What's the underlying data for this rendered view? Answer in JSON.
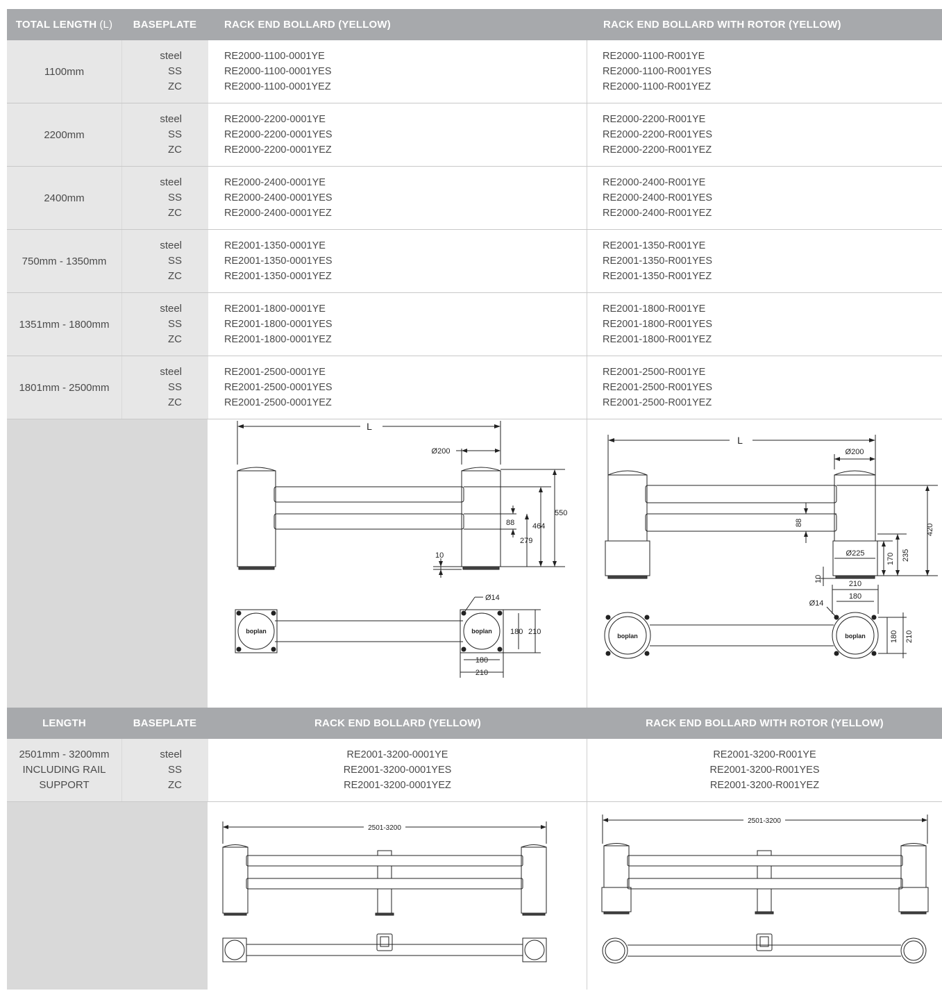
{
  "table1": {
    "headers": {
      "length_bold": "TOTAL LENGTH",
      "length_thin": "(L)",
      "baseplate": "BASEPLATE",
      "rack_end": "RACK END BOLLARD (YELLOW)",
      "rack_end_rotor": "RACK END BOLLARD WITH ROTOR (YELLOW)"
    },
    "rows": [
      {
        "length": "1100mm",
        "base": [
          "steel",
          "SS",
          "ZC"
        ],
        "rb": [
          "RE2000-1100-0001YE",
          "RE2000-1100-0001YES",
          "RE2000-1100-0001YEZ"
        ],
        "rr": [
          "RE2000-1100-R001YE",
          "RE2000-1100-R001YES",
          "RE2000-1100-R001YEZ"
        ]
      },
      {
        "length": "2200mm",
        "base": [
          "steel",
          "SS",
          "ZC"
        ],
        "rb": [
          "RE2000-2200-0001YE",
          "RE2000-2200-0001YES",
          "RE2000-2200-0001YEZ"
        ],
        "rr": [
          "RE2000-2200-R001YE",
          "RE2000-2200-R001YES",
          "RE2000-2200-R001YEZ"
        ]
      },
      {
        "length": "2400mm",
        "base": [
          "steel",
          "SS",
          "ZC"
        ],
        "rb": [
          "RE2000-2400-0001YE",
          "RE2000-2400-0001YES",
          "RE2000-2400-0001YEZ"
        ],
        "rr": [
          "RE2000-2400-R001YE",
          "RE2000-2400-R001YES",
          "RE2000-2400-R001YEZ"
        ]
      },
      {
        "length": "750mm - 1350mm",
        "base": [
          "steel",
          "SS",
          "ZC"
        ],
        "rb": [
          "RE2001-1350-0001YE",
          "RE2001-1350-0001YES",
          "RE2001-1350-0001YEZ"
        ],
        "rr": [
          "RE2001-1350-R001YE",
          "RE2001-1350-R001YES",
          "RE2001-1350-R001YEZ"
        ]
      },
      {
        "length": "1351mm - 1800mm",
        "base": [
          "steel",
          "SS",
          "ZC"
        ],
        "rb": [
          "RE2001-1800-0001YE",
          "RE2001-1800-0001YES",
          "RE2001-1800-0001YEZ"
        ],
        "rr": [
          "RE2001-1800-R001YE",
          "RE2001-1800-R001YES",
          "RE2001-1800-R001YEZ"
        ]
      },
      {
        "length": "1801mm - 2500mm",
        "base": [
          "steel",
          "SS",
          "ZC"
        ],
        "rb": [
          "RE2001-2500-0001YE",
          "RE2001-2500-0001YES",
          "RE2001-2500-0001YEZ"
        ],
        "rr": [
          "RE2001-2500-R001YE",
          "RE2001-2500-R001YES",
          "RE2001-2500-R001YEZ"
        ]
      }
    ],
    "drawing_left": {
      "L": "L",
      "d200": "Ø200",
      "d14": "Ø14",
      "h550": "550",
      "h464": "464",
      "h279": "279",
      "h88": "88",
      "h10": "10",
      "w180": "180",
      "w210": "210",
      "v180": "180",
      "v210": "210"
    },
    "drawing_right": {
      "L": "L",
      "d200": "Ø200",
      "d225": "Ø225",
      "d14": "Ø14",
      "h420": "420",
      "h235": "235",
      "h170": "170",
      "h88": "88",
      "h10": "10",
      "w210": "210",
      "w180": "180",
      "v180": "180",
      "v210": "210"
    }
  },
  "table2": {
    "headers": {
      "length": "LENGTH",
      "baseplate": "BASEPLATE",
      "rack_end": "RACK END BOLLARD (YELLOW)",
      "rack_end_rotor": "RACK END BOLLARD WITH ROTOR (YELLOW)"
    },
    "row": {
      "length": [
        "2501mm - 3200mm",
        "INCLUDING RAIL",
        "SUPPORT"
      ],
      "base": [
        "steel",
        "SS",
        "ZC"
      ],
      "rb": [
        "RE2001-3200-0001YE",
        "RE2001-3200-0001YES",
        "RE2001-3200-0001YEZ"
      ],
      "rr": [
        "RE2001-3200-R001YE",
        "RE2001-3200-R001YES",
        "RE2001-3200-R001YEZ"
      ]
    },
    "drawing_label": "2501-3200"
  },
  "logo_text": "boplan",
  "colors": {
    "header_bg": "#a7a9ac",
    "label_bg": "#e7e7e7",
    "drawing_side_bg": "#d9d9d9",
    "text": "#4a4a4a"
  }
}
